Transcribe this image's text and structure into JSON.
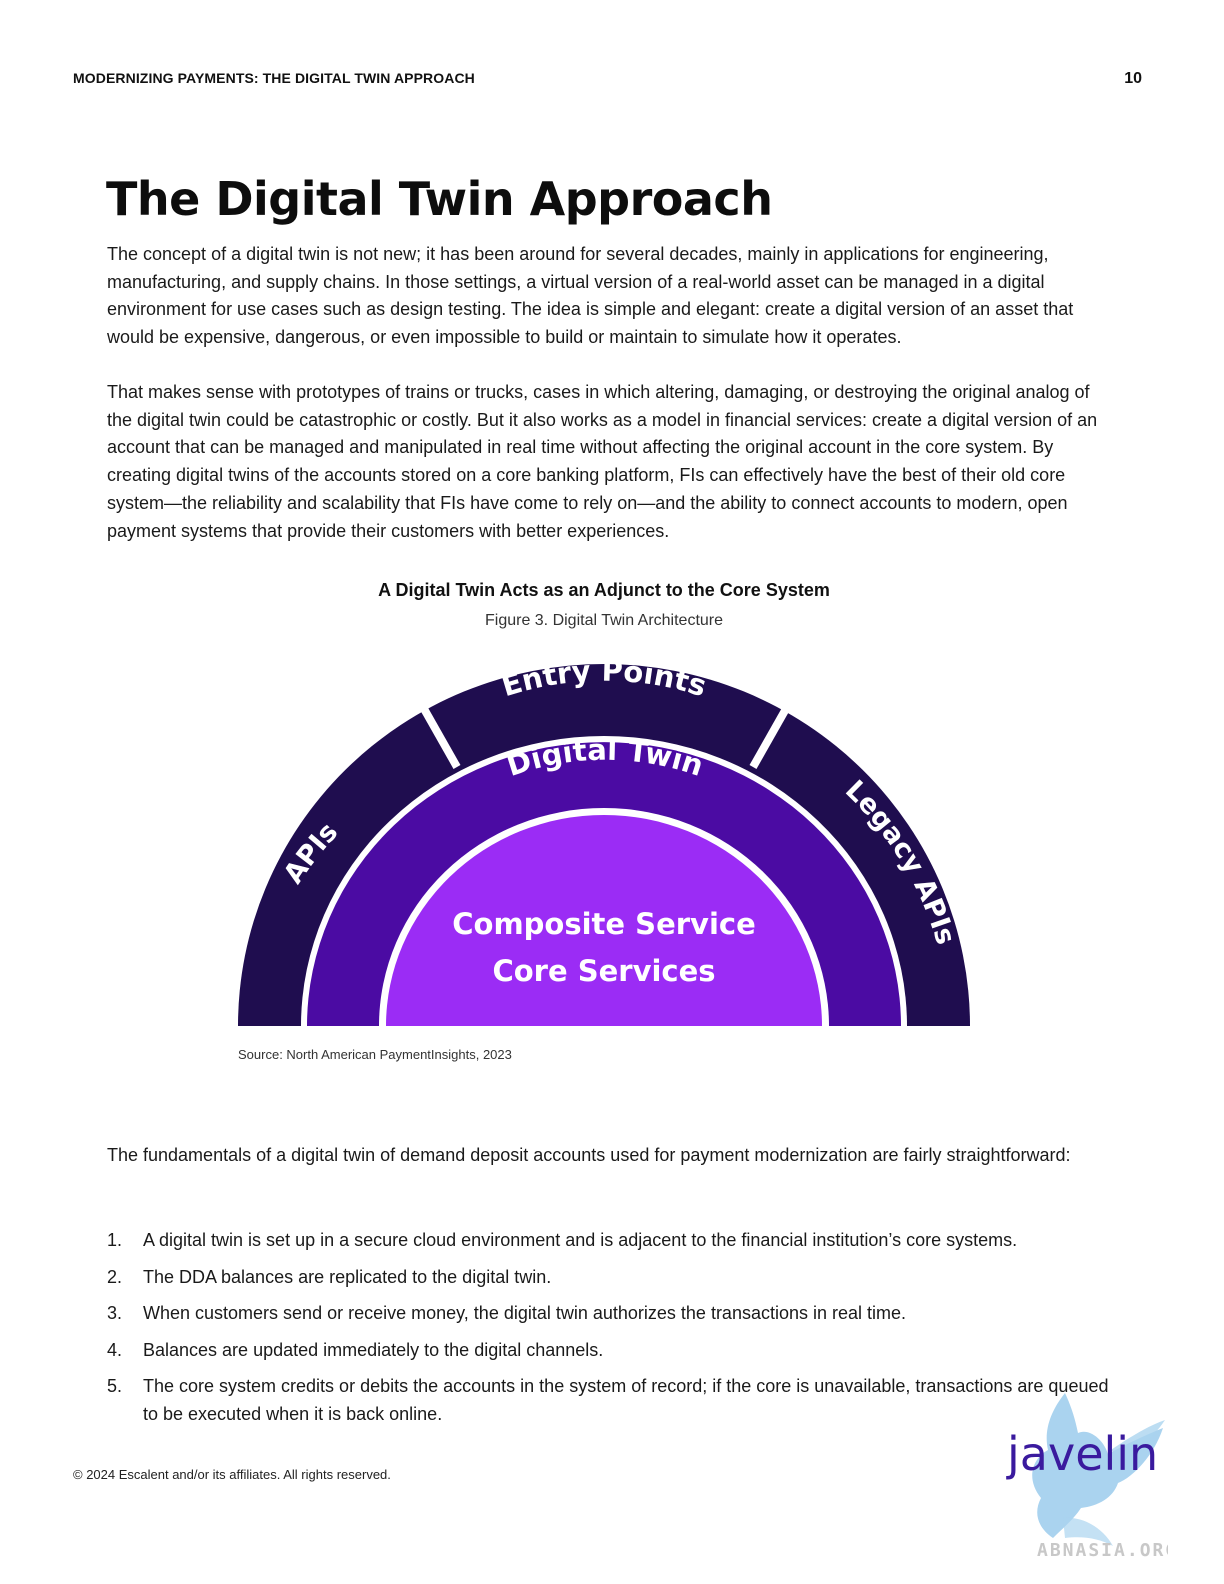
{
  "header": {
    "title": "MODERNIZING PAYMENTS: THE DIGITAL TWIN APPROACH",
    "page_number": "10"
  },
  "page_title": "The Digital Twin Approach",
  "paragraphs": [
    "The concept of a digital twin is not new; it has been around for several decades, mainly in applications for engineering, manufacturing, and supply chains. In those settings, a virtual version of a real-world asset can be managed in a digital environment for use cases such as design testing. The idea is simple and elegant: create a digital version of an asset that would be expensive, dangerous, or even impossible to build or maintain to simulate how it operates.",
    "That makes sense with prototypes of trains or trucks, cases in which altering, damaging, or destroying the original analog of the digital twin could be catastrophic or costly. But it also works as a model in financial services: create a digital version of an account that can be managed and manipulated in real time without affecting the original account in the core system. By creating digital twins of the accounts stored on a core banking platform, FIs can effectively have the best of their old core system—the reliability and scalability that FIs have come to rely on—and the ability to connect accounts to modern, open payment systems that provide their customers with better experiences.",
    "The fundamentals of a digital twin of demand deposit accounts used for payment modernization are fairly straightforward:"
  ],
  "figure": {
    "title": "A Digital Twin Acts as an Adjunct to the Core System",
    "caption": "Figure 3. Digital Twin Architecture",
    "source": "Source: North American PaymentInsights, 2023",
    "labels": {
      "apis": "APIs",
      "entry_points": "Entry Points",
      "legacy_apis": "Legacy APIs",
      "digital_twin": "Digital Twin",
      "composite_service": "Composite Service",
      "core_services": "Core Services"
    },
    "colors": {
      "outer_ring": "#1f0d4f",
      "middle_ring": "#4b0ba3",
      "inner_core": "#9b2cf5",
      "separator": "#ffffff"
    }
  },
  "steps": [
    {
      "num": "1.",
      "text": "A digital twin is set up in a secure cloud environment and is adjacent to the financial institution’s core systems."
    },
    {
      "num": "2.",
      "text": "The DDA balances are replicated to the digital twin."
    },
    {
      "num": "3.",
      "text": "When customers send or receive money, the digital twin authorizes the transactions in real time."
    },
    {
      "num": "4.",
      "text": "Balances are updated immediately to the digital channels."
    },
    {
      "num": "5.",
      "text": "The core system credits or debits the accounts in the system of record; if the core is unavailable, transactions are queued to be executed when it is back online."
    }
  ],
  "footer": {
    "copyright": "© 2024 Escalent and/or its affiliates. All rights reserved.",
    "logo_text": "javelin",
    "watermark": "ABNASIA.ORG"
  }
}
